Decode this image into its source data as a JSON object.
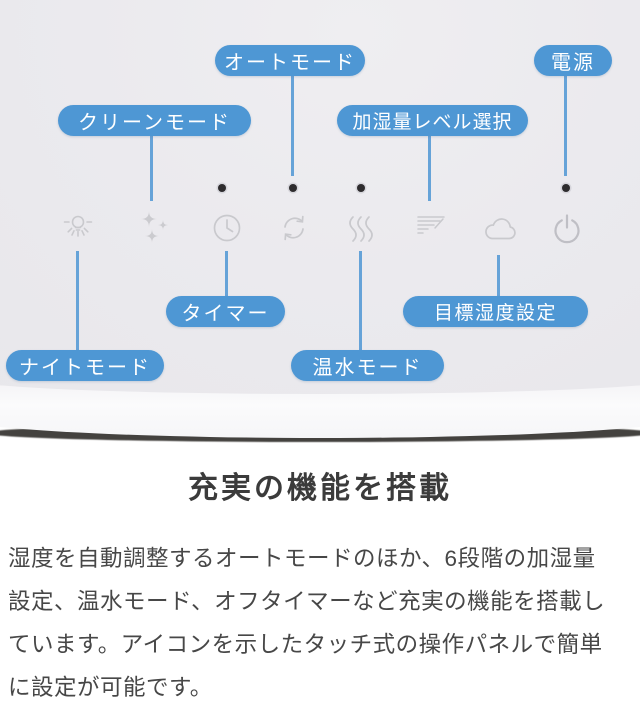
{
  "figure": {
    "callouts": [
      {
        "id": "clean-mode",
        "label": "クリーンモード"
      },
      {
        "id": "auto-mode",
        "label": "オートモード"
      },
      {
        "id": "mist-level",
        "label": "加湿量レベル選択"
      },
      {
        "id": "power",
        "label": "電源"
      },
      {
        "id": "timer",
        "label": "タイマー"
      },
      {
        "id": "target-humidity",
        "label": "目標湿度設定"
      },
      {
        "id": "night-mode",
        "label": "ナイトモード"
      },
      {
        "id": "warm-mist",
        "label": "温水モード"
      }
    ],
    "icons": [
      "night-mode-icon",
      "clean-mode-icon",
      "timer-icon",
      "auto-mode-icon",
      "warm-mist-icon",
      "mist-level-icon",
      "target-humidity-icon",
      "power-icon"
    ],
    "indicator_dots": 4
  },
  "section": {
    "heading": "充実の機能を搭載",
    "body_lines": [
      "湿度を自動調整するオートモードのほか、6段階の加湿量",
      "設定、温水モード、オフタイマーなど充実の機能を搭載し",
      "ています。アイコンを示したタッチ式の操作パネルで簡単",
      "に設定が可能です。"
    ]
  },
  "colors": {
    "accent_blue": "#4e97d4",
    "panel_gray": "#ebeaee",
    "heading_text": "#3b3b3b",
    "body_text": "#474747"
  }
}
